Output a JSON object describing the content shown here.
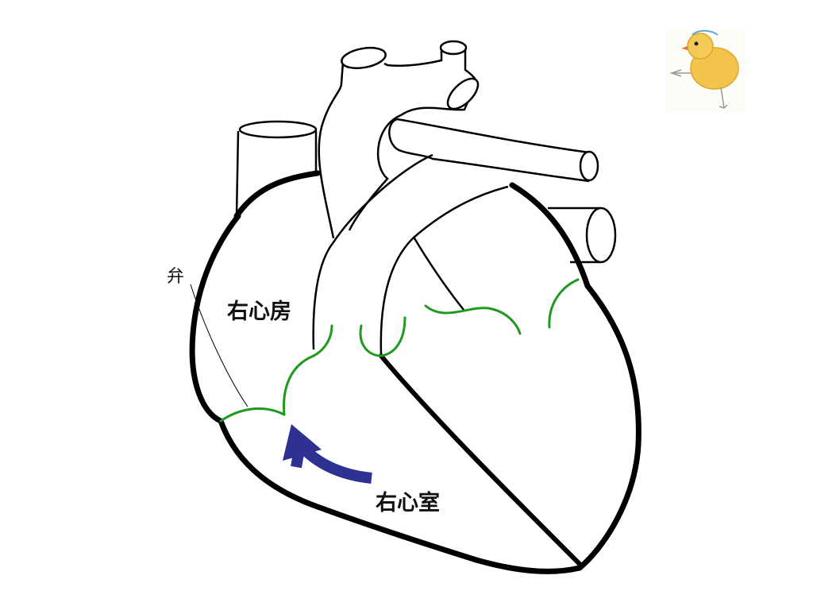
{
  "labels": {
    "right_atrium": "右心房",
    "right_ventricle": "右心室",
    "valve": "弁"
  },
  "colors": {
    "outline": "#000000",
    "valve_lines": "#1e9a1e",
    "arrow": "#2e3192",
    "chick_body": "#f2c44c"
  },
  "icons": {
    "corner_image": "chick-illustration"
  }
}
